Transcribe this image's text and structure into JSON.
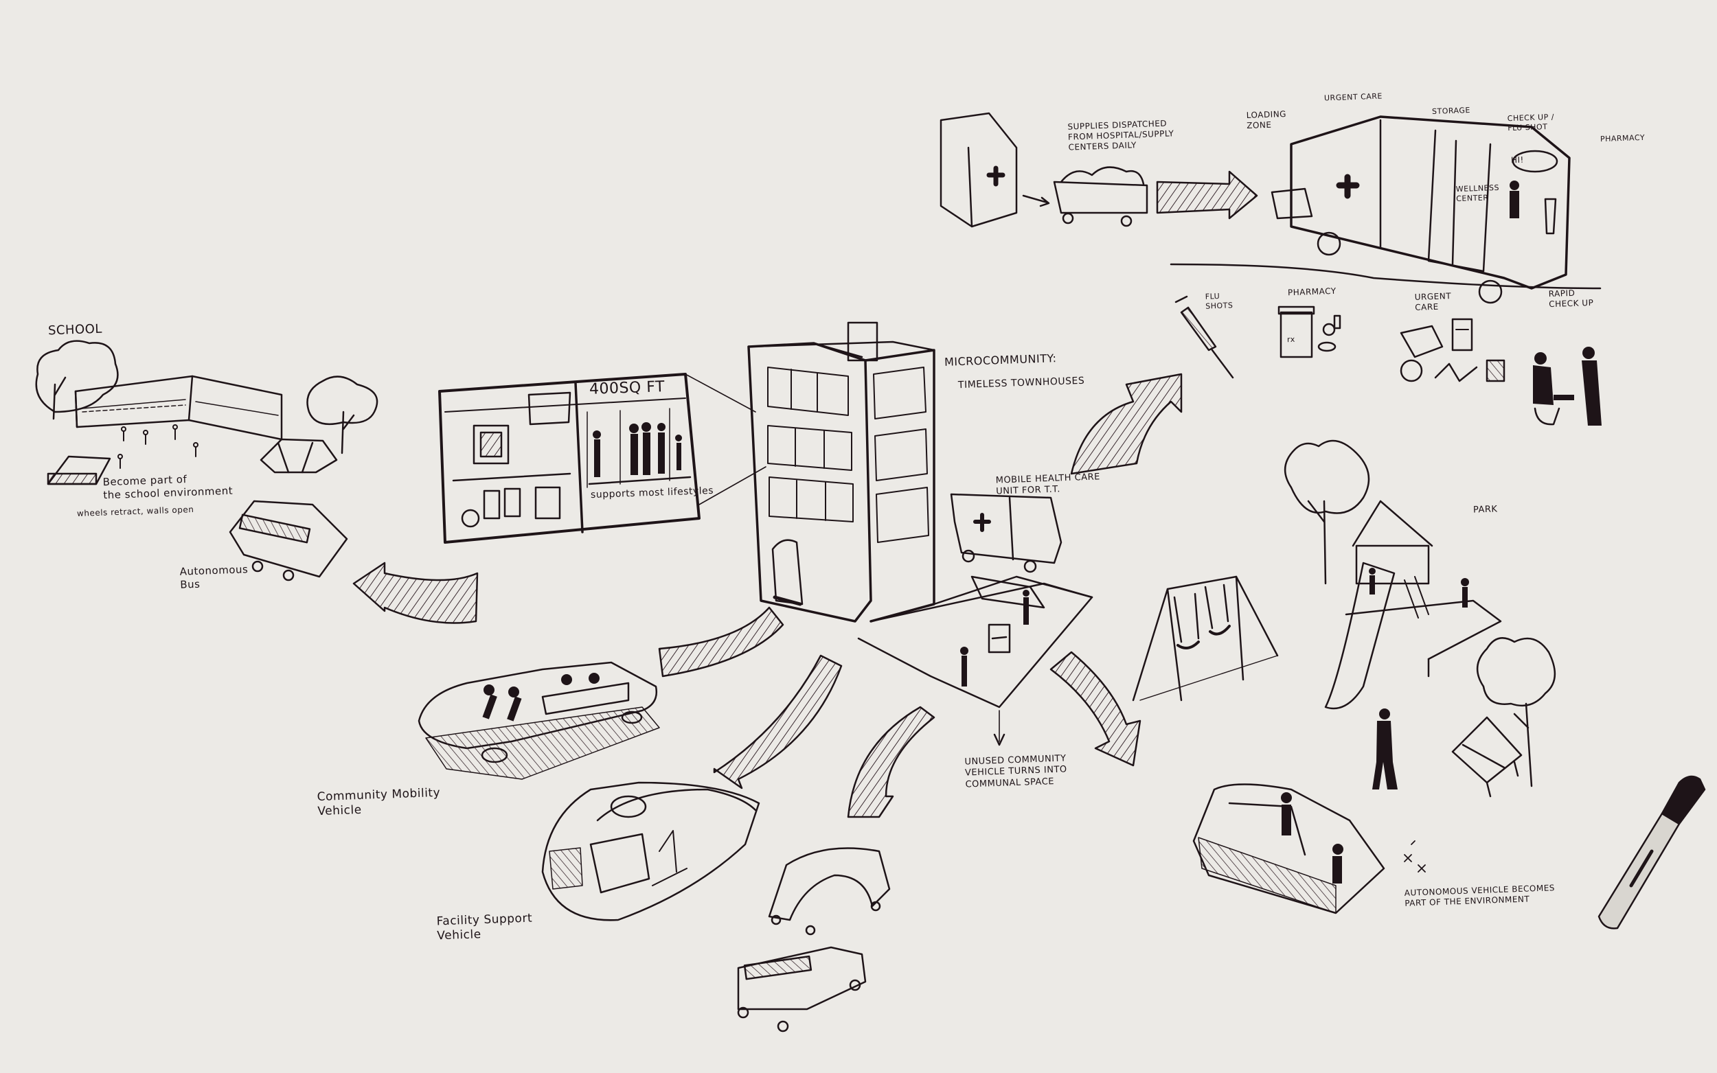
{
  "colors": {
    "paper": "#eceae6",
    "ink": "#1e1418",
    "hatch": "#3a2a30"
  },
  "labels": {
    "school": "SCHOOL",
    "school_note": "Become part of\nthe school environment",
    "wheels_note": "wheels retract, walls open",
    "autonomous_bus": "Autonomous\nBus",
    "area": "400SQ FT",
    "supports": "supports most lifestyles",
    "microcommunity_title": "Microcommunity:",
    "microcommunity_sub": "Timeless Townhouses",
    "mobile_health": "Mobile Health care\nunit for T.T.",
    "unused_vehicle": "Unused community\nvehicle turns into\ncommunal space",
    "community_mobility": "Community Mobility\nVehicle",
    "facility_support": "Facility Support\nVehicle",
    "supplies": "Supplies dispatched\nfrom hospital/supply\ncenters daily",
    "loading_zone": "Loading\nzone",
    "urgent_care_top": "Urgent care",
    "storage": "Storage",
    "checkup_flu": "Check up /\nflu shot",
    "pharmacy_top": "Pharmacy",
    "hi": "HI!",
    "wellness": "Wellness\ncenter",
    "flu_shots": "Flu\nshots",
    "pharmacy_icon": "Pharmacy",
    "urgent_care_icon": "Urgent\ncare",
    "rapid_checkup": "Rapid\ncheck up",
    "park": "Park",
    "env_vehicle": "Autonomous vehicle becomes\npart of the environment",
    "rx": "rx"
  }
}
